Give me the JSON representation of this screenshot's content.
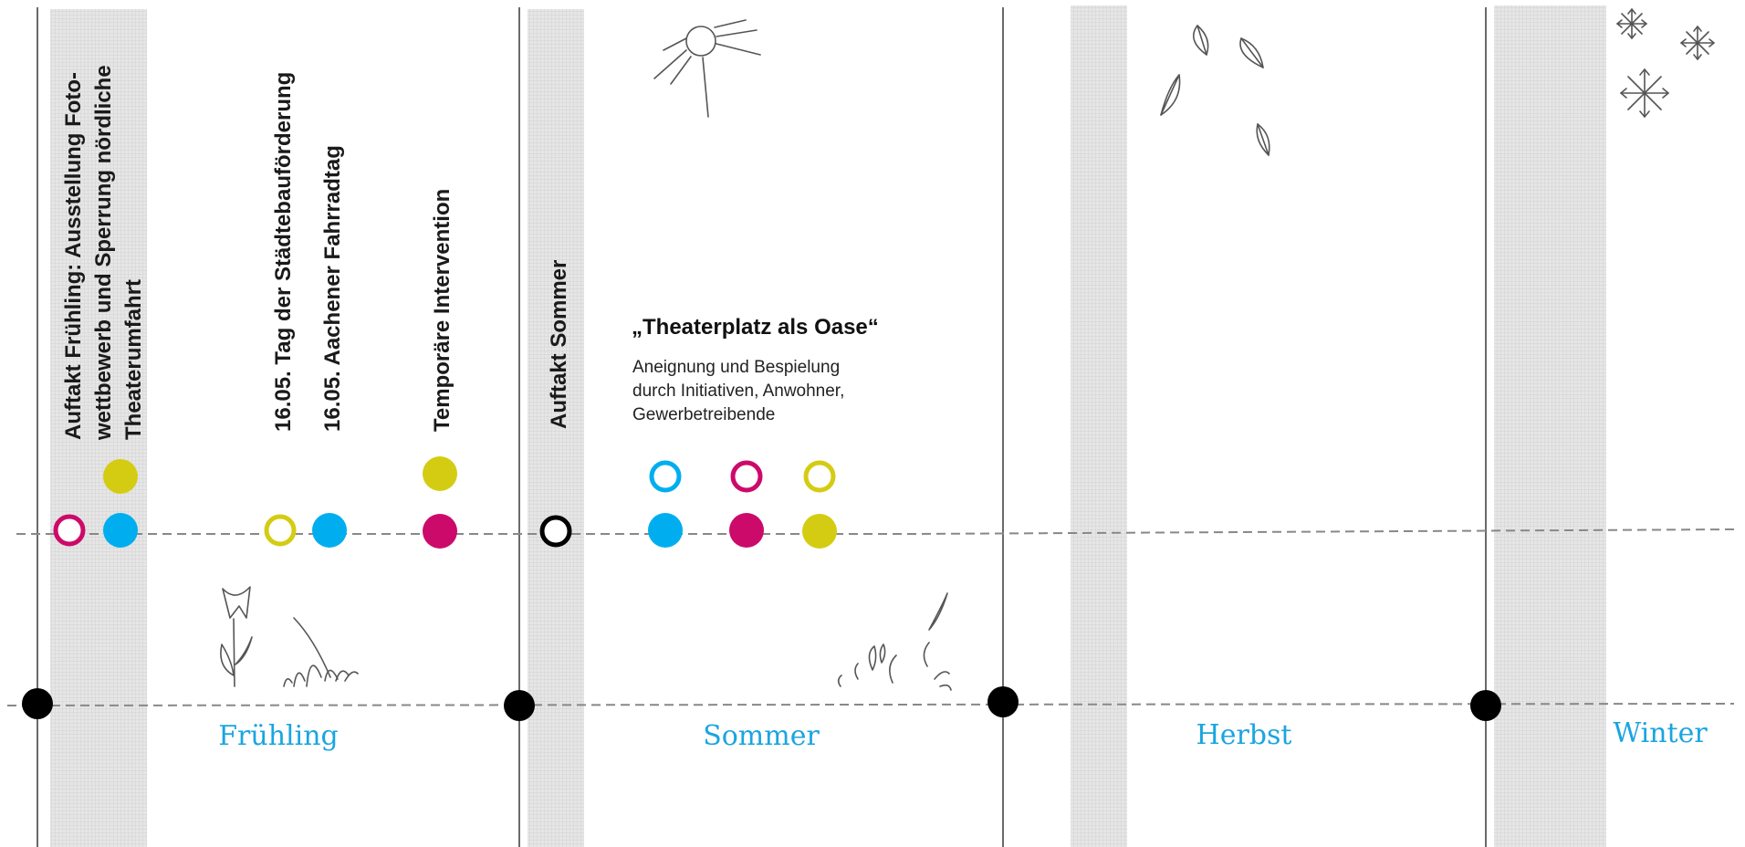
{
  "colors": {
    "cyan": "#00aeef",
    "magenta": "#cc0a6a",
    "yellow": "#d4cc12",
    "black": "#000000",
    "season_label": "#1aa5e0",
    "band": "#e4e4e4"
  },
  "seasons": [
    "Frühling",
    "Sommer",
    "Herbst",
    "Winter"
  ],
  "events": [
    "Auftakt Frühling: Ausstellung Foto-",
    "wettbewerb und Sperrung nördliche",
    "Theaterumfahrt",
    "16.05. Tag der Städtebauförderung",
    "16.05. Aachener Fahrradtag",
    "Temporäre Intervention",
    "Auftakt Sommer"
  ],
  "oasis": {
    "title": "„Theaterplatz als Oase“",
    "desc_lines": [
      "Aneignung und Bespielung",
      "durch Initiativen, Anwohner,",
      "Gewerbetreibende"
    ]
  },
  "markers": [
    {
      "color": "magenta",
      "filled": false
    },
    {
      "color": "cyan",
      "filled": true
    },
    {
      "color": "yellow",
      "filled": true
    },
    {
      "color": "yellow",
      "filled": false
    },
    {
      "color": "cyan",
      "filled": true
    },
    {
      "color": "magenta",
      "filled": true
    },
    {
      "color": "yellow",
      "filled": true
    },
    {
      "color": "black",
      "filled": false
    },
    {
      "color": "cyan",
      "filled": true
    },
    {
      "color": "cyan",
      "filled": false
    },
    {
      "color": "magenta",
      "filled": true
    },
    {
      "color": "magenta",
      "filled": false
    },
    {
      "color": "yellow",
      "filled": true
    },
    {
      "color": "yellow",
      "filled": false
    }
  ],
  "icons": [
    "sun-icon",
    "tulip-icon",
    "grass-icon",
    "flower-sprigs-icon",
    "falling-leaves-icon",
    "snowflakes-icon"
  ]
}
